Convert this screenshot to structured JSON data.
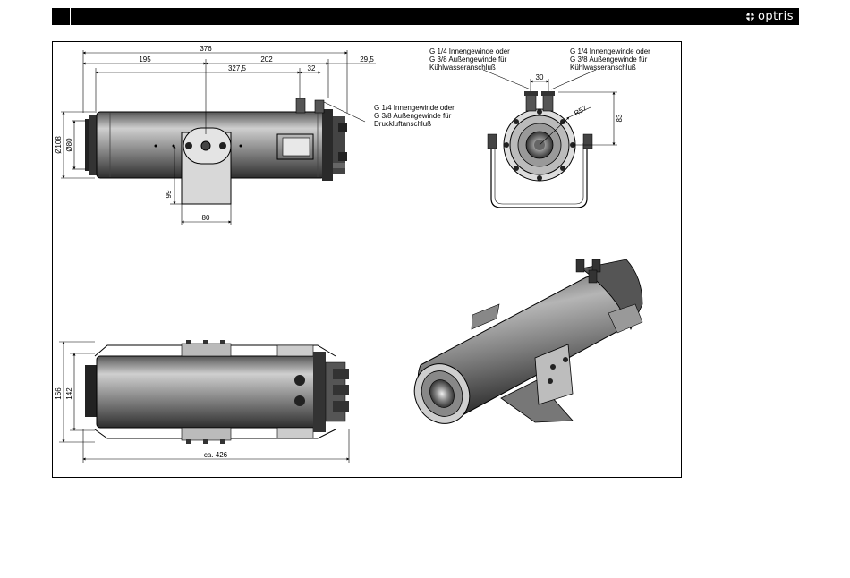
{
  "header": {
    "brand": "optris",
    "brand_icon": "optris-logo-icon",
    "bar_color": "#000000"
  },
  "side_view": {
    "dim_overall": "376",
    "dim_195": "195",
    "dim_202": "202",
    "dim_327": "327,5",
    "dim_32": "32",
    "dim_29": "29,5",
    "dim_d108": "Ø108",
    "dim_d80": "Ø80",
    "dim_99": "99",
    "dim_80": "80",
    "note_line1": "G 1/4 Innengewinde oder",
    "note_line2": "G 3/8 Außengewinde für",
    "note_line3": "Druckluftanschluß"
  },
  "front_view": {
    "note_left_line1": "G 1/4 Innengewinde oder",
    "note_left_line2": "G 3/8 Außengewinde für",
    "note_left_line3": "Kühlwasseranschluß",
    "note_right_line1": "G 1/4 Innengewinde oder",
    "note_right_line2": "G 3/8 Außengewinde für",
    "note_right_line3": "Kühlwasseranschluß",
    "dim_30": "30",
    "dim_r57": "R57",
    "dim_83": "83"
  },
  "top_view": {
    "dim_166": "166",
    "dim_142": "142",
    "dim_ca426": "ca. 426"
  }
}
